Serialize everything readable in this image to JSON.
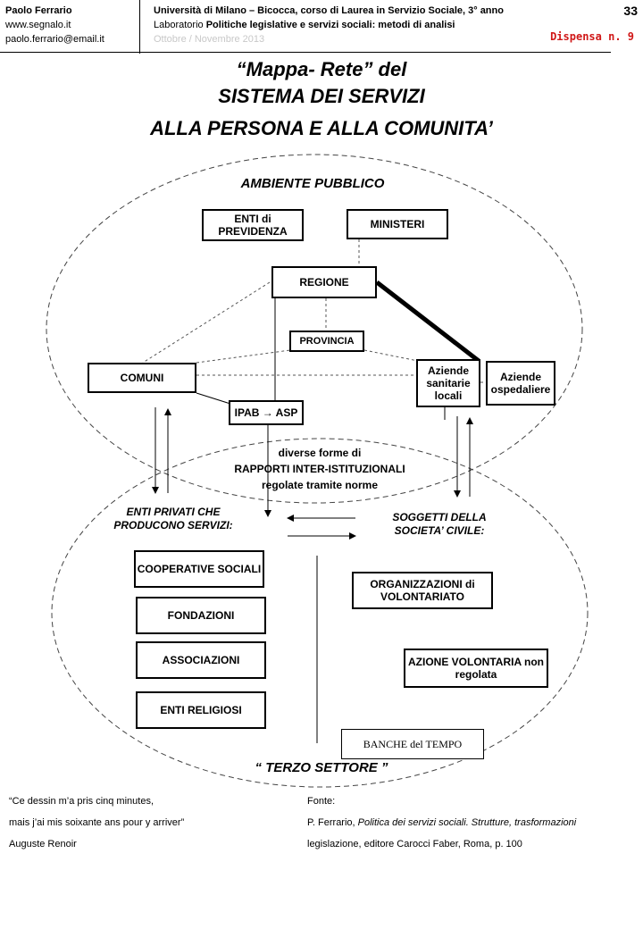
{
  "header": {
    "author": "Paolo Ferrario",
    "site": "www.segnalo.it",
    "email": "paolo.ferrario@email.it",
    "course_line": "Università di Milano – Bicocca, corso di  Laurea in Servizio Sociale, 3° anno",
    "lab_prefix": "Laboratorio ",
    "lab_title": "Politiche legislative e servizi sociali: metodi di analisi",
    "period": "Ottobre / Novembre 2013",
    "page_number": "33",
    "dispensa": "Dispensa n. 9"
  },
  "title": {
    "line1": "“Mappa- Rete” del",
    "line2": "SISTEMA DEI SERVIZI",
    "line3": "ALLA PERSONA E ALLA COMUNITA’"
  },
  "diagram": {
    "ambiente_pubblico": "AMBIENTE  PUBBLICO",
    "enti_previdenza": "ENTI di PREVIDENZA",
    "ministeri": "MINISTERI",
    "regione": "REGIONE",
    "provincia": "PROVINCIA",
    "comuni": "COMUNI",
    "aziende_sanitarie": "Aziende sanitarie locali",
    "aziende_ospedaliere": "Aziende ospedaliere",
    "ipab": "IPAB → ASP",
    "rapporti_line1": "diverse forme di",
    "rapporti_line2": "RAPPORTI INTER-ISTITUZIONALI",
    "rapporti_line3": "regolate tramite norme",
    "enti_privati": "ENTI  PRIVATI  CHE PRODUCONO  SERVIZI:",
    "soggetti": "SOGGETTI DELLA SOCIETA’ CIVILE:",
    "cooperative": "COOPERATIVE SOCIALI",
    "fondazioni": "FONDAZIONI",
    "associazioni": "ASSOCIAZIONI",
    "enti_religiosi": "ENTI RELIGIOSI",
    "volontariato": "ORGANIZZAZIONI di  VOLONTARIATO",
    "azione_volontaria": "AZIONE VOLONTARIA non regolata",
    "banche_tempo": "BANCHE  del TEMPO",
    "terzo_settore": "“ TERZO  SETTORE ”"
  },
  "footer": {
    "quote_line1": "“Ce dessin m’a pris cinq minutes,",
    "quote_line2": "mais j’ai mis soixante ans pour y arriver”",
    "quote_author": "Auguste Renoir",
    "source_label": "Fonte:",
    "source_author": "P. Ferrario, ",
    "source_book": "Politica dei servizi sociali. Strutture, trasformazioni",
    "source_line2": "legislazione, editore Carocci Faber, Roma, p. 100"
  }
}
